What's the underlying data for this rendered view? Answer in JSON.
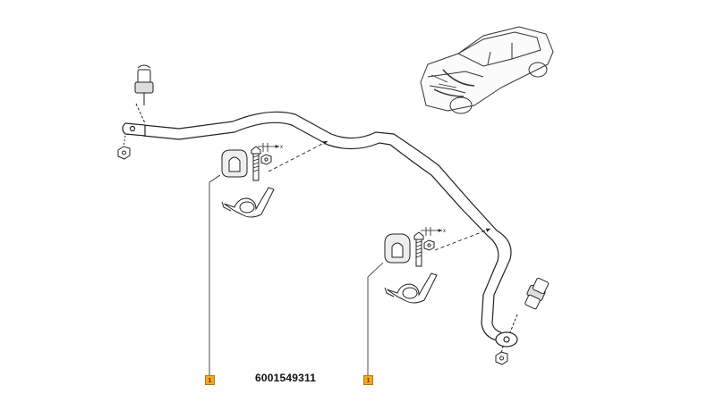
{
  "diagram": {
    "part_number": "6001549311",
    "callouts": [
      {
        "label": "1"
      },
      {
        "label": "1"
      }
    ],
    "dimension_marks": [
      "x",
      "x"
    ],
    "colors": {
      "stroke": "#222222",
      "badge_fill": "#f5a623",
      "background": "#ffffff"
    },
    "icons": [
      "car-sedan-icon",
      "stabilizer-bar",
      "rubber-bushing",
      "mounting-clamp",
      "bolt",
      "nut",
      "link-rod"
    ]
  }
}
